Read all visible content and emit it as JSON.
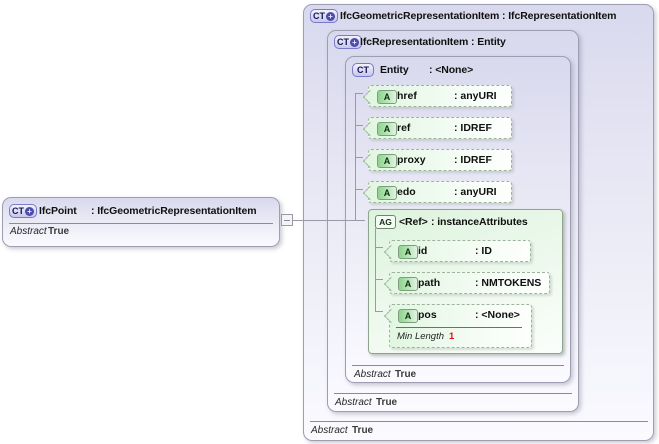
{
  "colors": {
    "complex_type_fill": "#d9d9ee",
    "attribute_fill": "#e1f6e1",
    "line": "#9a9aa6",
    "facet_value_red": "#e01010"
  },
  "ifcpoint_box": {
    "badge": "CT",
    "plus": "+",
    "name": "IfcPoint",
    "type": ": IfcGeometricRepresentationItem",
    "abstract_label": "Abstract",
    "abstract_value": "True"
  },
  "outer_box": {
    "badge": "CT",
    "plus": "+",
    "title": "IfcGeometricRepresentationItem : IfcRepresentationItem",
    "abstract_label": "Abstract",
    "abstract_value": "True"
  },
  "middle_box": {
    "badge": "CT",
    "plus": "+",
    "title": "IfcRepresentationItem : Entity",
    "abstract_label": "Abstract",
    "abstract_value": "True"
  },
  "entity_box": {
    "badge": "CT",
    "name": "Entity",
    "type": ": <None>",
    "abstract_label": "Abstract",
    "abstract_value": "True",
    "attributes": [
      {
        "badge": "A",
        "name": "href",
        "type": ": anyURI"
      },
      {
        "badge": "A",
        "name": "ref",
        "type": ": IDREF"
      },
      {
        "badge": "A",
        "name": "proxy",
        "type": ": IDREF"
      },
      {
        "badge": "A",
        "name": "edo",
        "type": ": anyURI"
      }
    ]
  },
  "attribute_group": {
    "badge": "AG",
    "name": "<Ref>",
    "type": ": instanceAttributes",
    "attributes": [
      {
        "badge": "A",
        "name": "id",
        "type": ": ID"
      },
      {
        "badge": "A",
        "name": "path",
        "type": ": NMTOKENS"
      },
      {
        "badge": "A",
        "name": "pos",
        "type": ": <None>",
        "facet_label": "Min Length",
        "facet_value": "1"
      }
    ]
  }
}
